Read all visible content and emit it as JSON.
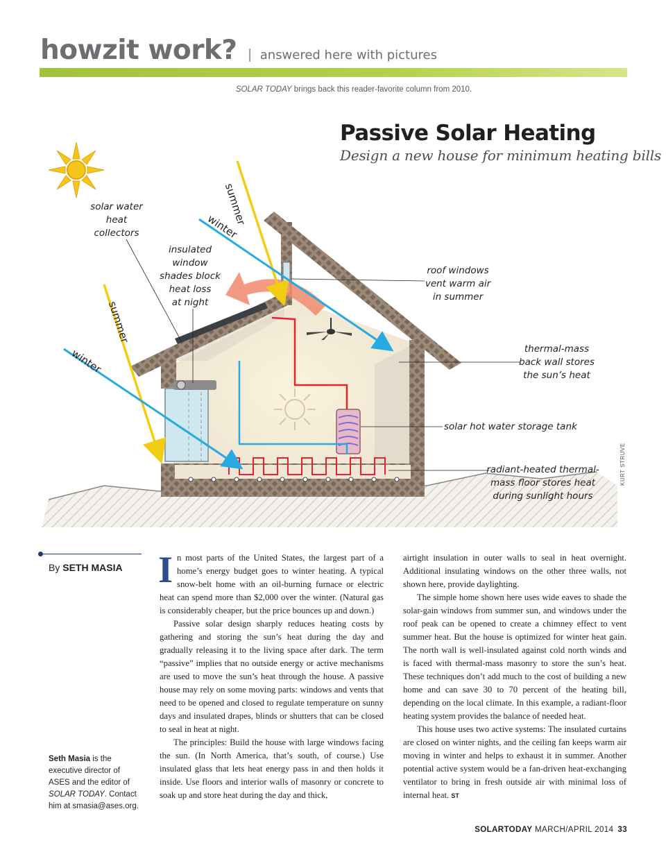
{
  "header": {
    "kicker_title": "howzit work?",
    "kicker_separator": "|",
    "kicker_subtitle": "answered here with pictures",
    "intro_publication": "SOLAR TODAY",
    "intro_text": " brings back this reader-favorite column from 2010."
  },
  "figure": {
    "title": "Passive Solar Heating",
    "subtitle": "Design a new house for minimum heating bills",
    "labels": {
      "solar_collectors": [
        "solar water",
        "heat",
        "collectors"
      ],
      "window_shades": [
        "insulated",
        "window",
        "shades block",
        "heat loss",
        "at night"
      ],
      "roof_windows": [
        "roof windows",
        "vent warm air",
        "in summer"
      ],
      "thermal_wall": [
        "thermal-mass",
        "back wall stores",
        "the sun’s heat"
      ],
      "storage_tank": [
        "solar hot water storage tank"
      ],
      "floor": [
        "radiant-heated thermal-",
        "mass floor stores heat",
        "during sunlight hours"
      ]
    },
    "ray_labels": {
      "summer_upper": "summer",
      "winter_upper": "winter",
      "summer_lower": "summer",
      "winter_lower": "winter"
    },
    "credit": "KURT STRUVE",
    "colors": {
      "summer_ray": "#f2cc10",
      "winter_ray": "#27a9e1",
      "hot_pipe": "#e5232b",
      "cold_pipe": "#27a9e1",
      "warm_air": "#f08a6c",
      "sun": "#f5c518",
      "wall": "#8c7b6b",
      "accent_rule": "#a2c23a",
      "byline_blue": "#1f3b6e"
    }
  },
  "article": {
    "byline_prefix": "By ",
    "byline_name": "SETH MASIA",
    "bio": {
      "name": "Seth Masia",
      "text_1": " is the executive director of ASES and the editor of ",
      "publication": "SOLAR TODAY",
      "text_2": ". Contact him at smasia@ases.org."
    },
    "dropcap": "I",
    "p1": "n most parts of the United States, the largest part of a home’s energy budget goes to winter heating. A typical snow-belt home with an oil-burning furnace or electric heat can spend more than $2,000 over the winter. (Natural gas is considerably cheaper, but the price bounces up and down.)",
    "p2": "Passive solar design sharply reduces heating costs by gathering and storing the sun’s heat during the day and gradually releasing it to the living space after dark. The term “passive” implies that no outside energy or active mechanisms are used to move the sun’s heat through the house. A passive house may rely on some moving parts: windows and vents that need to be opened and closed to regulate temperature on sunny days and insulated drapes, blinds or shutters that can be closed to seal in heat at night.",
    "p3": "The principles: Build the house with large windows facing the sun. (In North America, that’s south, of course.) Use insulated glass that lets heat energy pass in and then holds it inside. Use floors and interior walls of masonry or concrete to soak up and store heat during the day and thick,",
    "p4": "airtight insulation in outer walls to seal in heat overnight. Additional insulating windows on the other three walls, not shown here, provide daylighting.",
    "p5": "The simple home shown here uses wide eaves to shade the solar-gain windows from summer sun, and windows under the roof peak can be opened to create a chimney effect to vent summer heat. But the house is optimized for winter heat gain. The north wall is well-insulated against cold north winds and is faced with thermal-mass masonry to store the sun’s heat. These techniques don’t add much to the cost of building a new home and can save 30 to 70 percent of the heating bill, depending on the local climate. In this example, a radiant-floor heating system provides the balance of needed heat.",
    "p6": "This house uses two active systems: The insulated curtains are closed on winter nights, and the ceiling fan keeps warm air moving in winter and helps to exhaust it in summer. Another potential active system would be a fan-driven heat-exchanging ventilator to bring in fresh outside air with minimal loss of internal heat.",
    "end_mark": "ST"
  },
  "footer": {
    "publication": "SOLARTODAY",
    "issue": " MARCH/APRIL 2014",
    "page": "33"
  }
}
